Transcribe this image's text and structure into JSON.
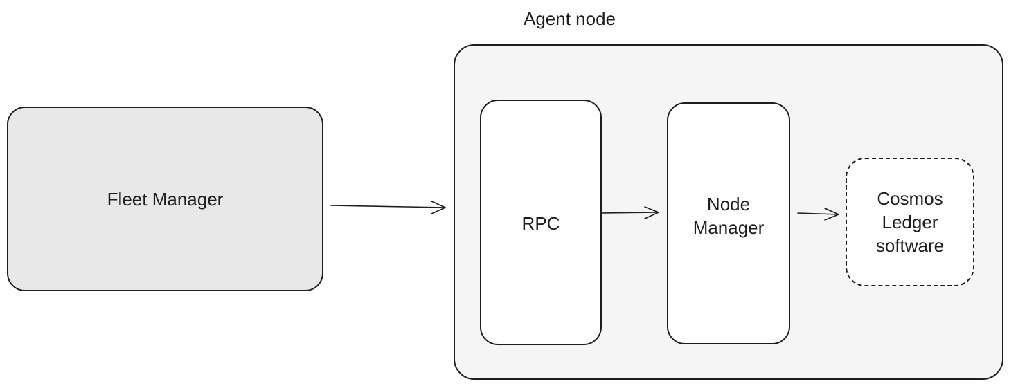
{
  "diagram": {
    "fleet_manager": {
      "label": "Fleet Manager"
    },
    "agent_node": {
      "title": "Agent node",
      "rpc": {
        "label": "RPC"
      },
      "node_manager": {
        "label": "Node\nManager"
      },
      "cosmos_ledger": {
        "label": "Cosmos\nLedger\nsoftware"
      }
    },
    "connections": [
      {
        "from": "Fleet Manager",
        "to": "Agent node"
      },
      {
        "from": "RPC",
        "to": "Node Manager"
      },
      {
        "from": "Node Manager",
        "to": "Cosmos Ledger software"
      }
    ],
    "colors": {
      "stroke": "#1e1e1e",
      "fleet_manager_fill": "#e8e8e8",
      "agent_node_fill": "#f5f5f5",
      "inner_fill": "#ffffff"
    }
  }
}
